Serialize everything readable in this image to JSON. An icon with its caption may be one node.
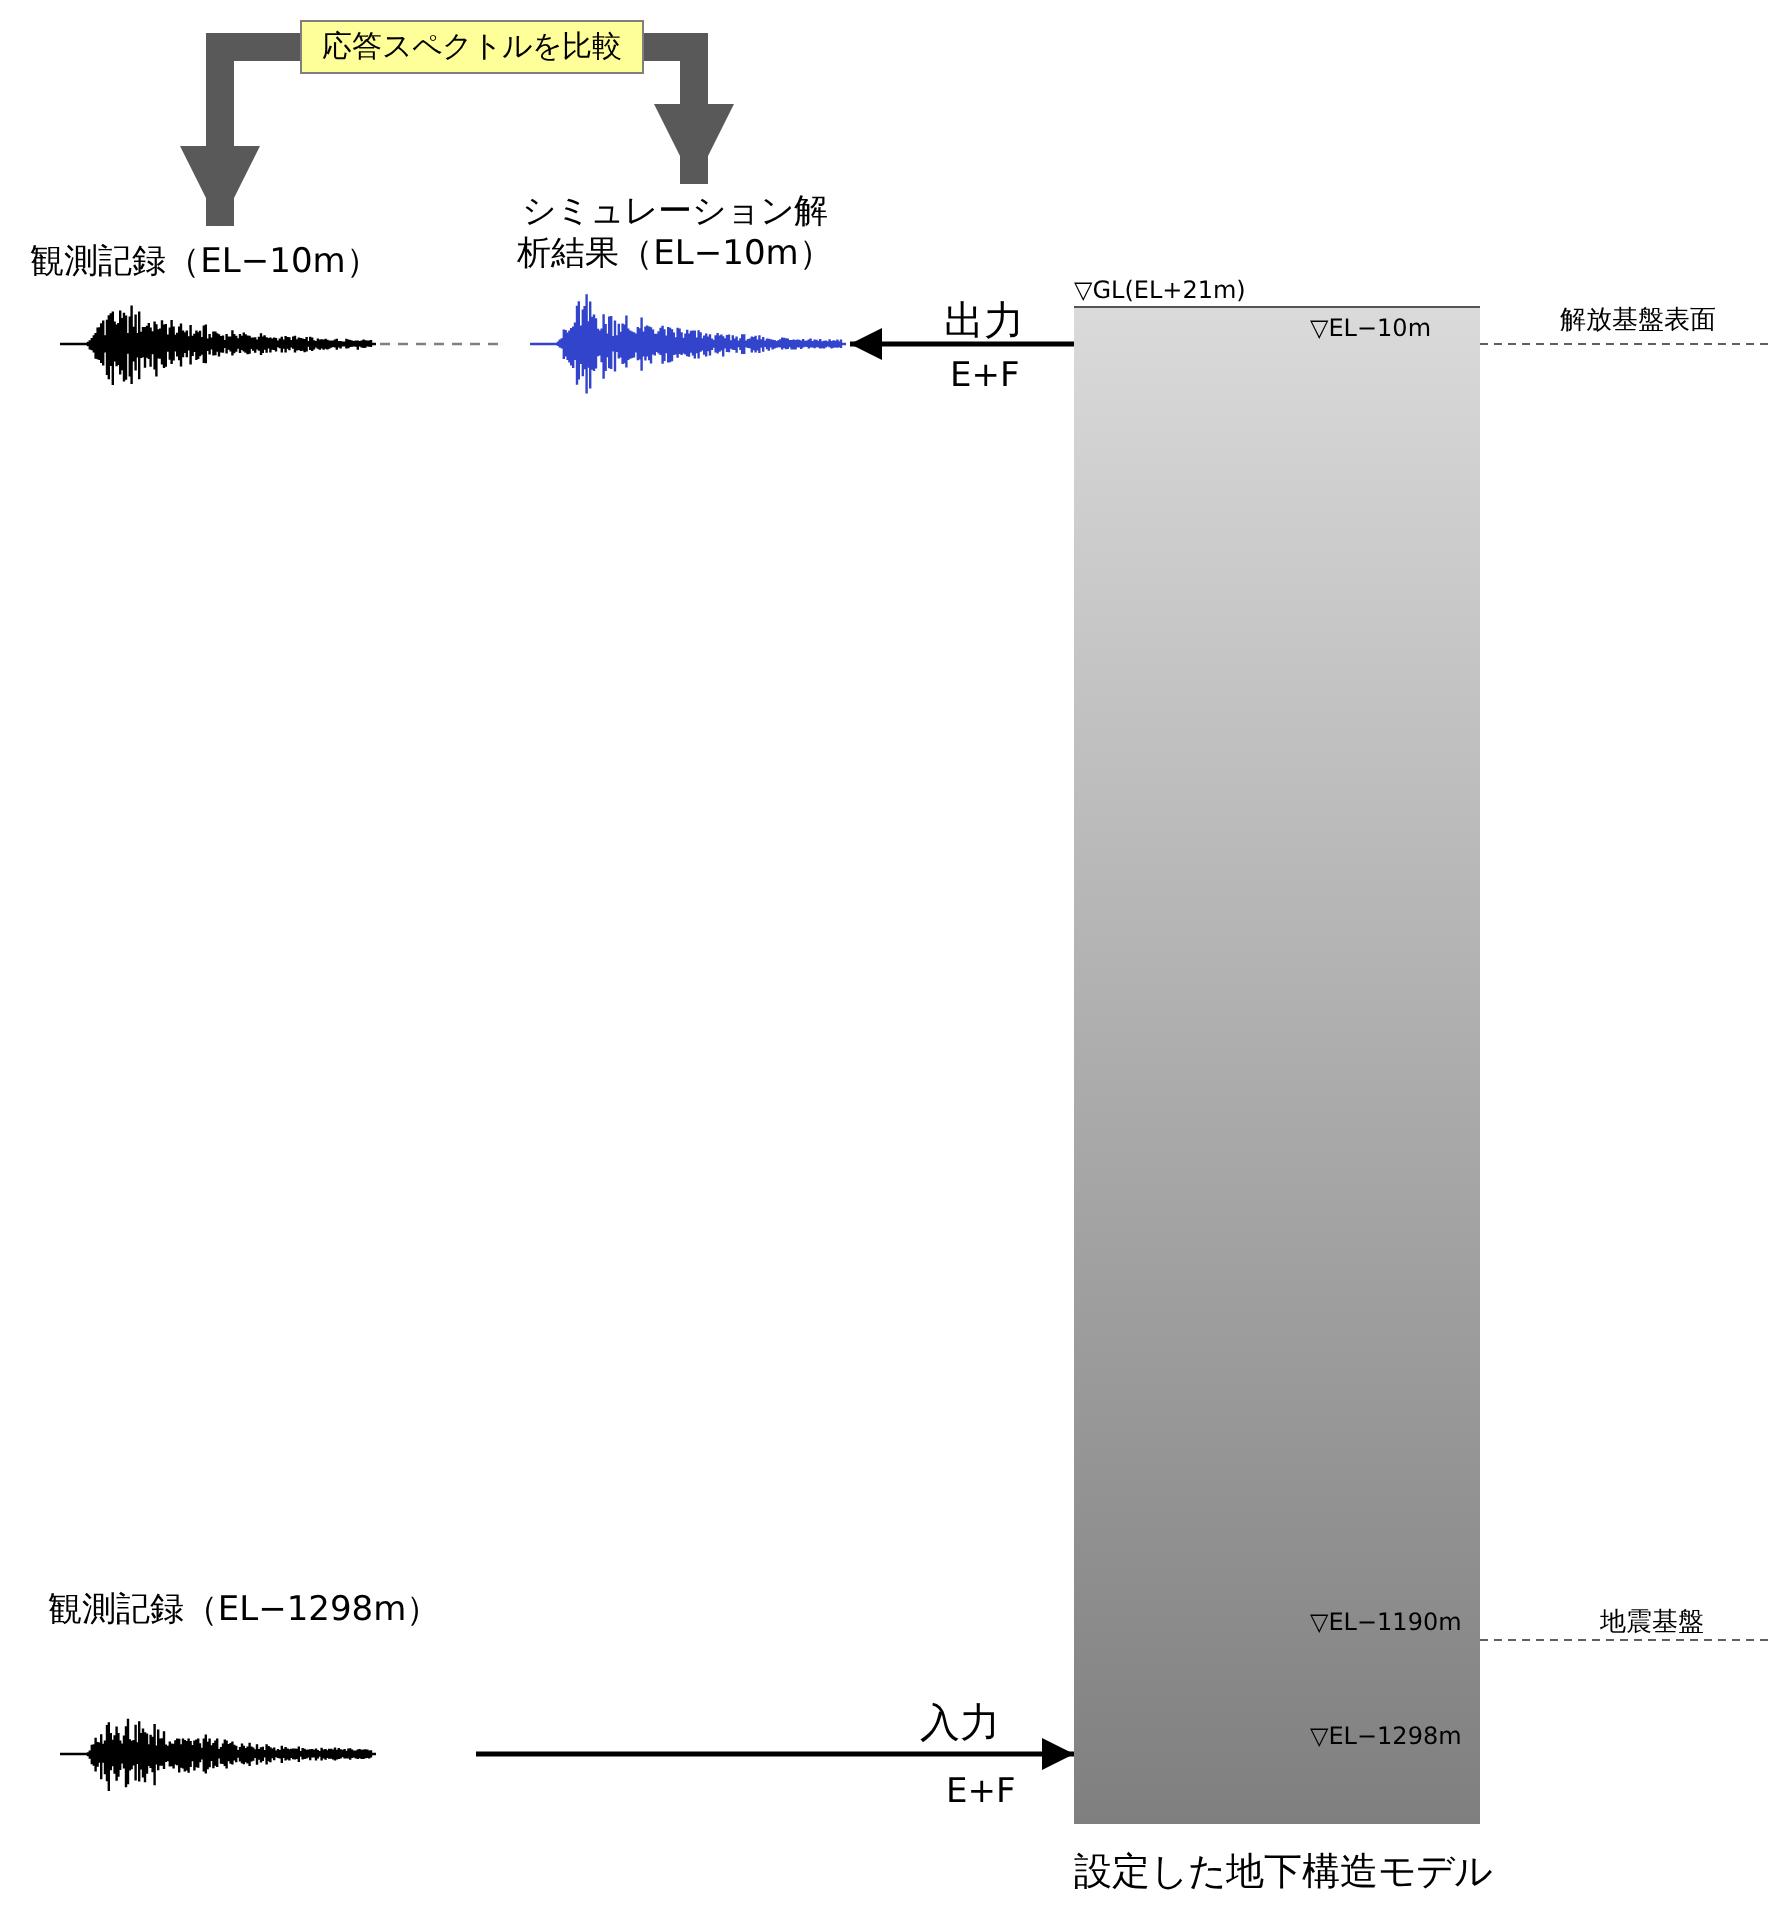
{
  "diagram": {
    "nodes": [
      {
        "text": [
          "応答スペクトルを比較"
        ]
      },
      {
        "text": [
          "観測記録（EL−10m）"
        ]
      },
      {
        "text": [
          "シミュレーション解析結果（EL−10m）"
        ]
      },
      {
        "text": [
          "設定した地下構造モデル"
        ]
      },
      {
        "text": [
          "観測記録（EL−1298m）"
        ]
      }
    ],
    "edges": [
      {
        "from": 0,
        "to": 1,
        "arrow": "to",
        "style": "thick",
        "color": "#595959"
      },
      {
        "from": 0,
        "to": 2,
        "arrow": "to",
        "style": "thick",
        "color": "#595959"
      },
      {
        "from": 1,
        "to": 2,
        "arrow": "none",
        "style": "dashed",
        "color": "#808080"
      },
      {
        "from": 3,
        "to": 2,
        "arrow": "to",
        "label": "出力"
      },
      {
        "from": 4,
        "to": 3,
        "arrow": "to",
        "label": "入力"
      }
    ],
    "labels": [
      "▽GL(EL+21m)",
      "E+F",
      "▽EL−10m",
      "解放基盤表面",
      "▽EL−1190m",
      "地震基盤",
      "▽EL−1298m",
      "E+F"
    ]
  }
}
